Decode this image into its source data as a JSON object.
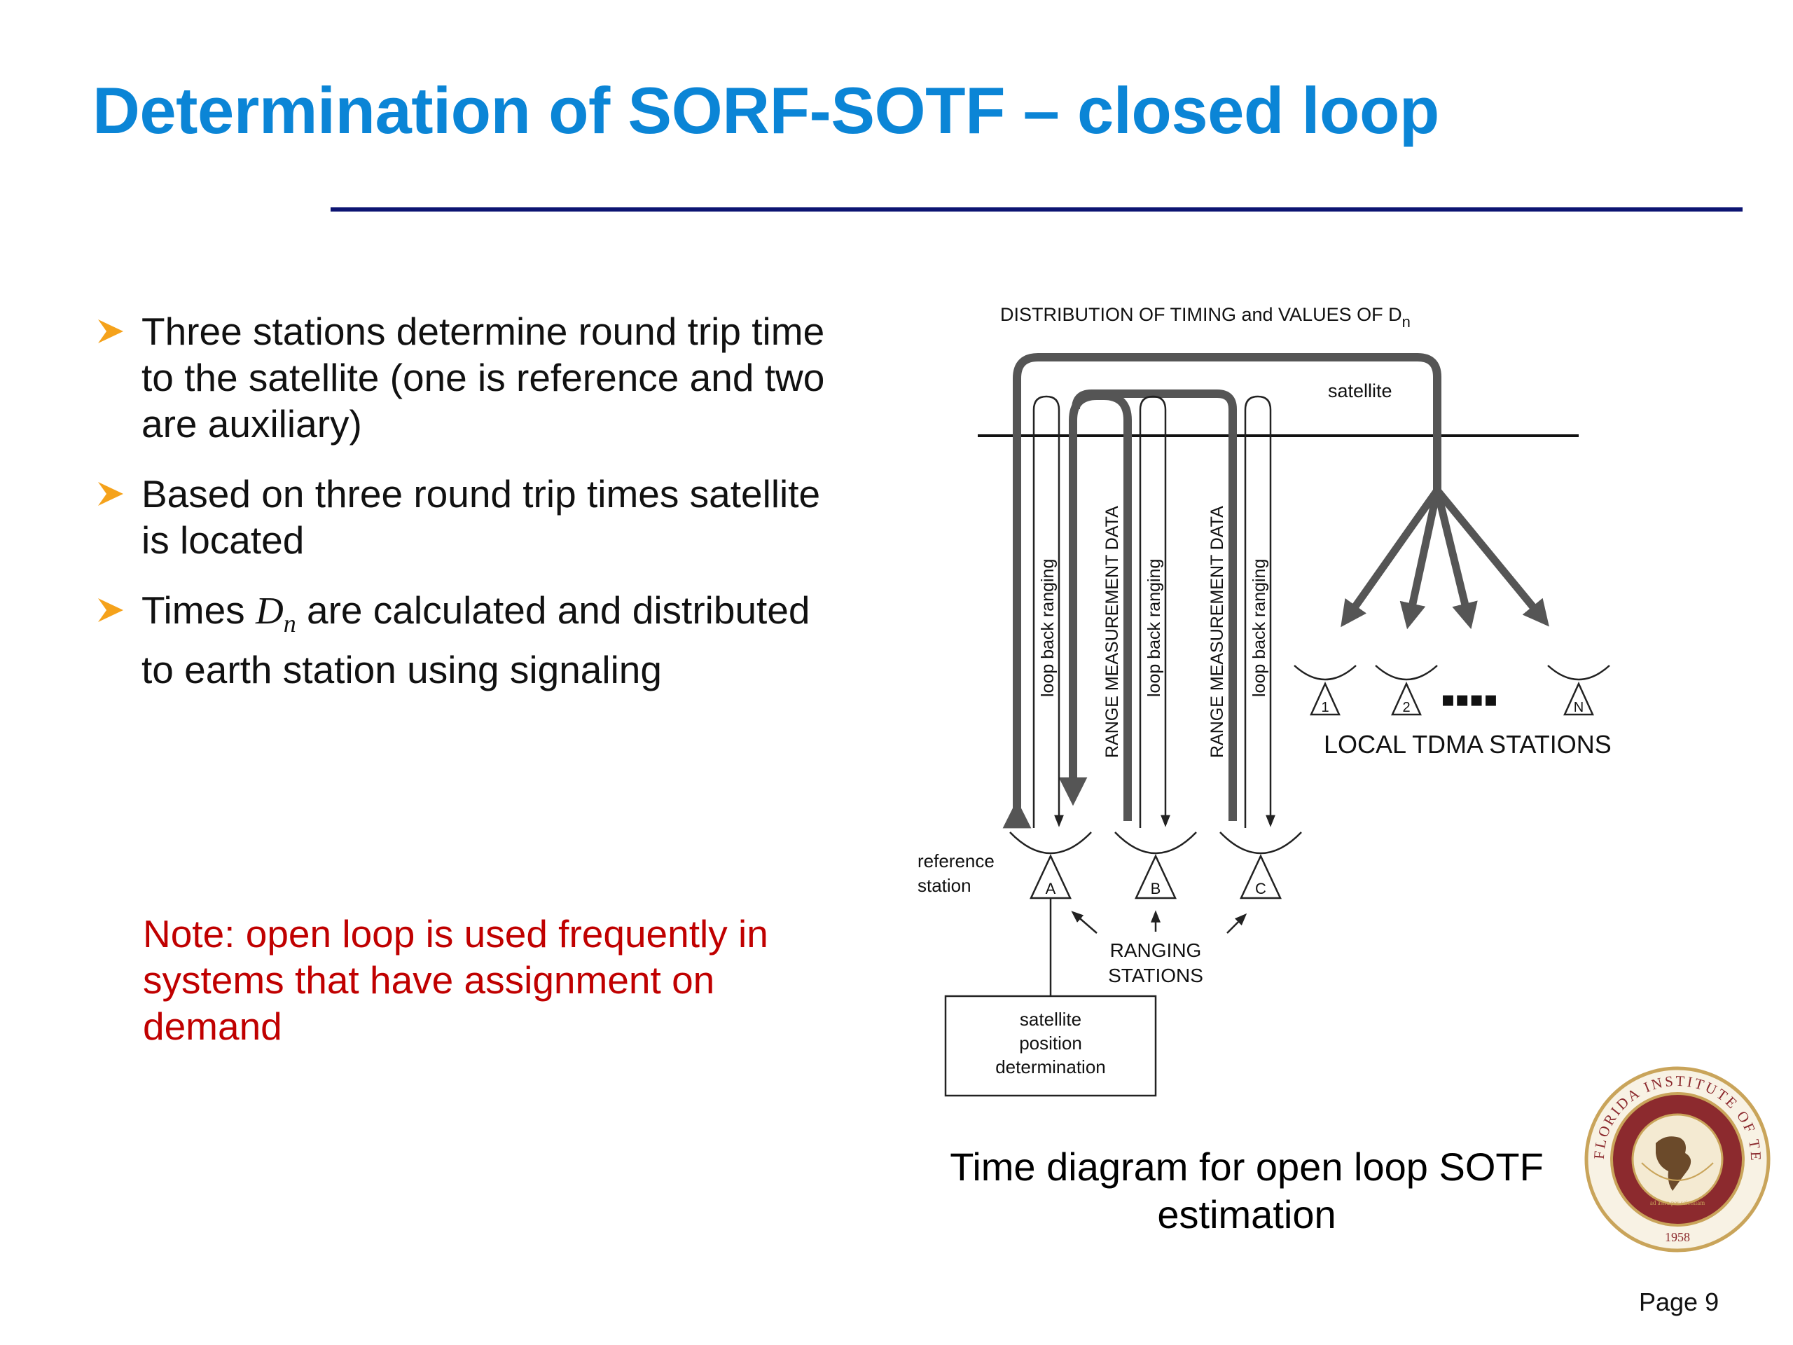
{
  "slide": {
    "title": "Determination of SORF-SOTF – closed loop",
    "bullets": [
      {
        "text": "Three stations determine round trip time to the satellite (one is reference and two are auxiliary)"
      },
      {
        "text": "Based on three round trip times satellite is located"
      },
      {
        "pre": "Times ",
        "math_base": "D",
        "math_sub": "n",
        "post": " are calculated and distributed to earth station using signaling"
      }
    ],
    "note": "Note: open loop is used frequently in systems that have assignment on demand",
    "caption_line1": "Time diagram for open loop SOTF",
    "caption_line2": "estimation",
    "page": "Page 9"
  },
  "diagram": {
    "distribution_label": "DISTRIBUTION OF TIMING and VALUES OF D",
    "distribution_sub": "n",
    "satellite_label": "satellite",
    "loop_back_label": "loop back ranging",
    "range_data_label": "RANGE MEASUREMENT DATA",
    "reference_station_line1": "reference",
    "reference_station_line2": "station",
    "station_a": "A",
    "station_b": "B",
    "station_c": "C",
    "ranging_line1": "RANGING",
    "ranging_line2": "STATIONS",
    "position_line1": "satellite",
    "position_line2": "position",
    "position_line3": "determination",
    "local_1": "1",
    "local_2": "2",
    "local_n": "N",
    "local_dots": "▪▪▪▪",
    "local_label": "LOCAL TDMA STATIONS"
  },
  "seal": {
    "text": "FLORIDA INSTITUTE OF TECHNOLOGY",
    "year": "1958",
    "motto": "ad astra per scientiam"
  },
  "colors": {
    "title": "#0b85d6",
    "rule": "#0c1472",
    "bullet": "#f5a21b",
    "note": "#c00000",
    "seal_red": "#8c2a2e",
    "seal_gold": "#c9a45a"
  }
}
